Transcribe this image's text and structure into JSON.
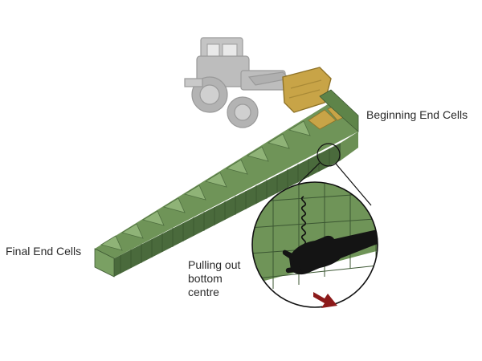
{
  "labels": {
    "beginning": "Beginning End Cells",
    "final": "Final End Cells",
    "pull_line1": "Pulling out",
    "pull_line2": "bottom",
    "pull_line3": "centre"
  },
  "colors": {
    "barrier_side": "#4a6a3c",
    "barrier_top": "#6f9458",
    "barrier_end": "#7aa063",
    "cell_triangle": "#8fb377",
    "fill_sand": "#c8a447",
    "machine": "#bdbdbd",
    "hand": "#141414",
    "arrow": "#8c1a1a"
  },
  "icons": {
    "machine": "wheel-loader-icon",
    "hand": "hand-icon",
    "arrow": "arrow-icon",
    "spring": "coil-pin-icon"
  }
}
